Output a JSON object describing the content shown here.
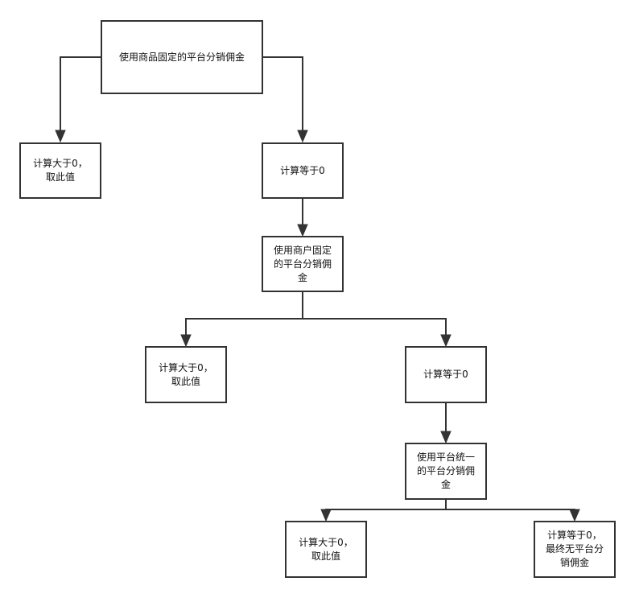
{
  "nodes": {
    "n1": "使用商品固定的平台分销佣金",
    "n2": "计算大于0，\n取此值",
    "n3": "计算等于0",
    "n4": "使用商户固定\n的平台分销佣\n金",
    "n5": "计算大于0，\n取此值",
    "n6": "计算等于0",
    "n7": "使用平台统一\n的平台分销佣\n金",
    "n8": "计算大于0，\n取此值",
    "n9": "计算等于0，\n最终无平台分\n销佣金"
  },
  "colors": {
    "stroke": "#333333",
    "fill": "#ffffff",
    "text": "#111111"
  }
}
